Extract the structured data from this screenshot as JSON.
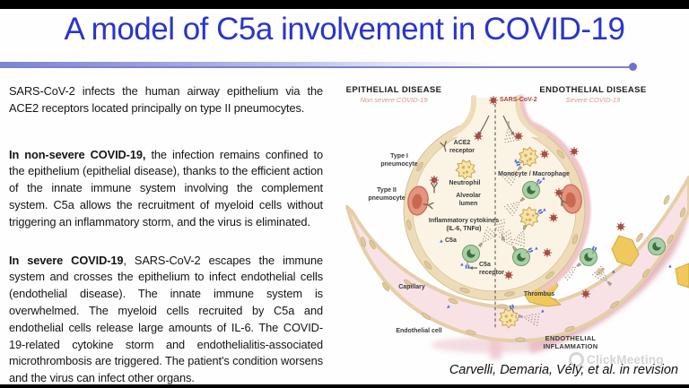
{
  "title": "A model of C5a involvement in COVID-19",
  "body": {
    "p1": "SARS-CoV-2 infects the human airway epithelium via the ACE2 receptors located principally on type II pneumocytes.",
    "p2_lead": "In non-severe COVID-19,",
    "p2_rest": " the infection remains confined to the epithelium (epithelial disease), thanks to the efficient action of the innate immune system involving the complement system. C5a allows the recruitment of myeloid cells without triggering an inflammatory storm, and the virus is eliminated.",
    "p3_lead": "In severe COVID-19",
    "p3_rest": ", SARS-CoV-2 escapes the immune system and crosses the epithelium to infect endothelial cells (endothelial disease). The innate immune system is overwhelmed. The myeloid cells recruited by C5a and endothelial cells release large amounts of IL-6. The COVID-19-related cytokine storm and endothelialitis-associated microthrombosis are triggered. The patient's condition worsens and the virus can infect other organs."
  },
  "diagram": {
    "epithelial_header": "EPITHELIAL DISEASE",
    "epithelial_sub": "Non severe COVID-19",
    "endothelial_header": "ENDOTHELIAL DISEASE",
    "endothelial_sub": "Severe COVID-19",
    "virus_label": "SARS-CoV-2",
    "labels": {
      "type1": "Type I\npneumocyte",
      "ace2": "ACE2\nreceptor",
      "neutrophil": "Neutrophil",
      "monocyte": "Monocyte / Macrophage",
      "type2": "Type II\npneumocyte",
      "alveolar": "Alveolar\nlumen",
      "cytokines": "Inflammatory cytokines\n(IL-6, TNFα)",
      "c5a": "C5a",
      "c5a_receptor": "C5a\nreceptor",
      "capillary": "Capillary",
      "endothelial_cell": "Endothelial cell",
      "thrombus": "Thrombus",
      "endo_inflammation": "ENDOTHELIAL\nINFLAMMATION"
    }
  },
  "footer": {
    "citation": "Carvelli, Demaria, Vély, et al. in revision",
    "watermark": "ClickMeeting"
  },
  "colors": {
    "title_blue": "#2a35ca",
    "accent_line": "#7a82cf",
    "subtitle_pink": "#dc958c",
    "virus_red": "#a8453e",
    "monocyte_green": "#a9cfa7",
    "neutrophil_yellow": "#f5e4ab",
    "thrombus_yellow": "#efc95c",
    "c5a_blue": "#4a6fd4",
    "capillary_pink": "#f9e2e6",
    "alveolus_cream": "#fbf4e4",
    "wall_tan": "#eedbb8",
    "watermark_gray": "#cbcbcb"
  }
}
